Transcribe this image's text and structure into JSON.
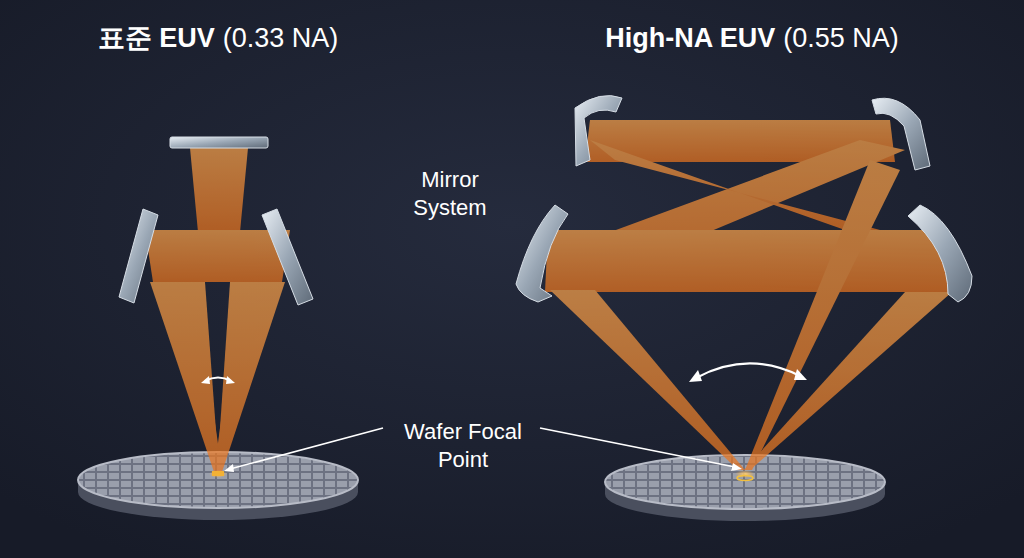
{
  "diagram": {
    "labels": [
      "표준 EUV",
      "(0.33 NA)",
      "High-NA EUV",
      "(0.55 NA)",
      "Mirror System",
      "Wafer Focal Point"
    ]
  }
}
